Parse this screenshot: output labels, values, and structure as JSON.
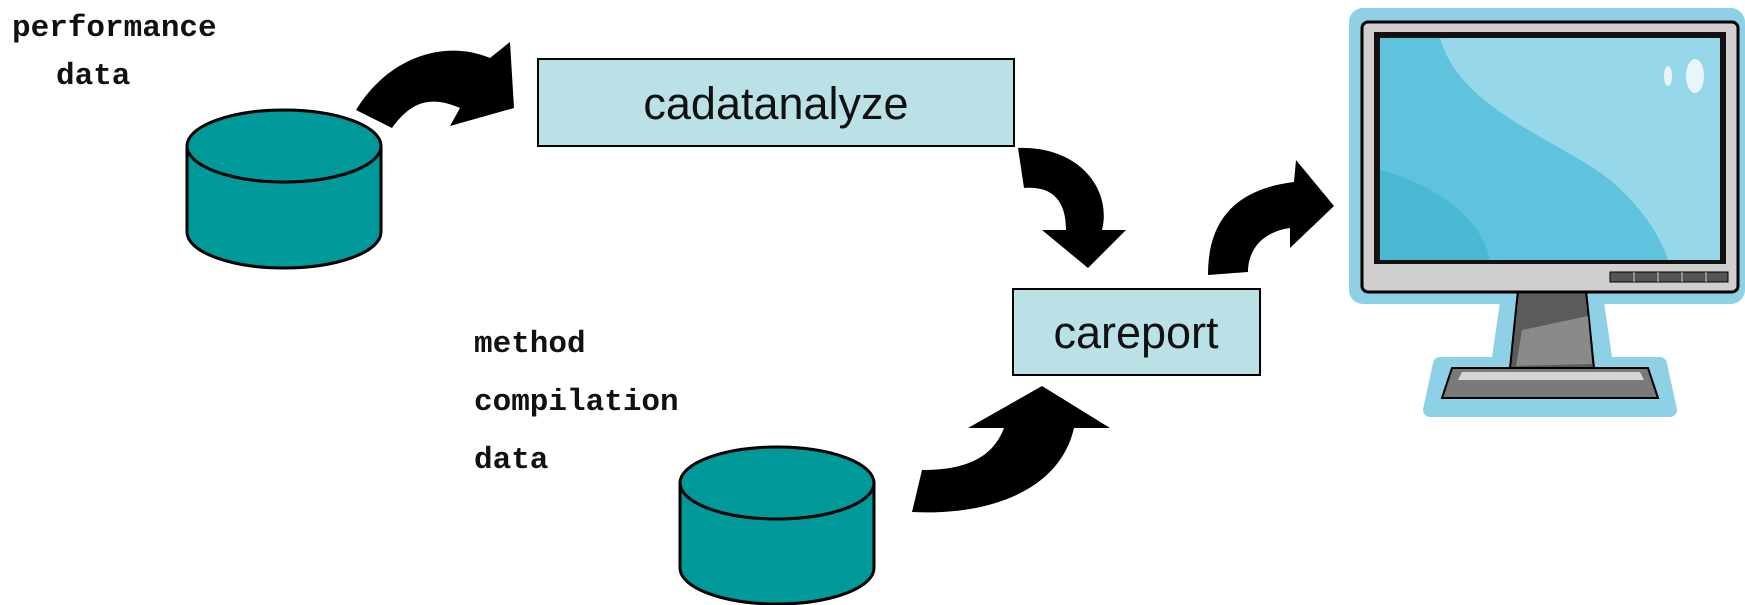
{
  "labels": {
    "performance_line1": "performance",
    "performance_line2": "data",
    "method_line1": "method",
    "method_line2": "compilation",
    "method_line3": "data"
  },
  "boxes": {
    "cadatanalyze": "cadatanalyze",
    "careport": "careport"
  },
  "colors": {
    "database_fill": "#00999A",
    "box_fill": "#B9E1E6",
    "monitor_outline": "#8ED0E6",
    "screen_fill": "#5FC3DE",
    "arrow_fill": "#000000"
  }
}
